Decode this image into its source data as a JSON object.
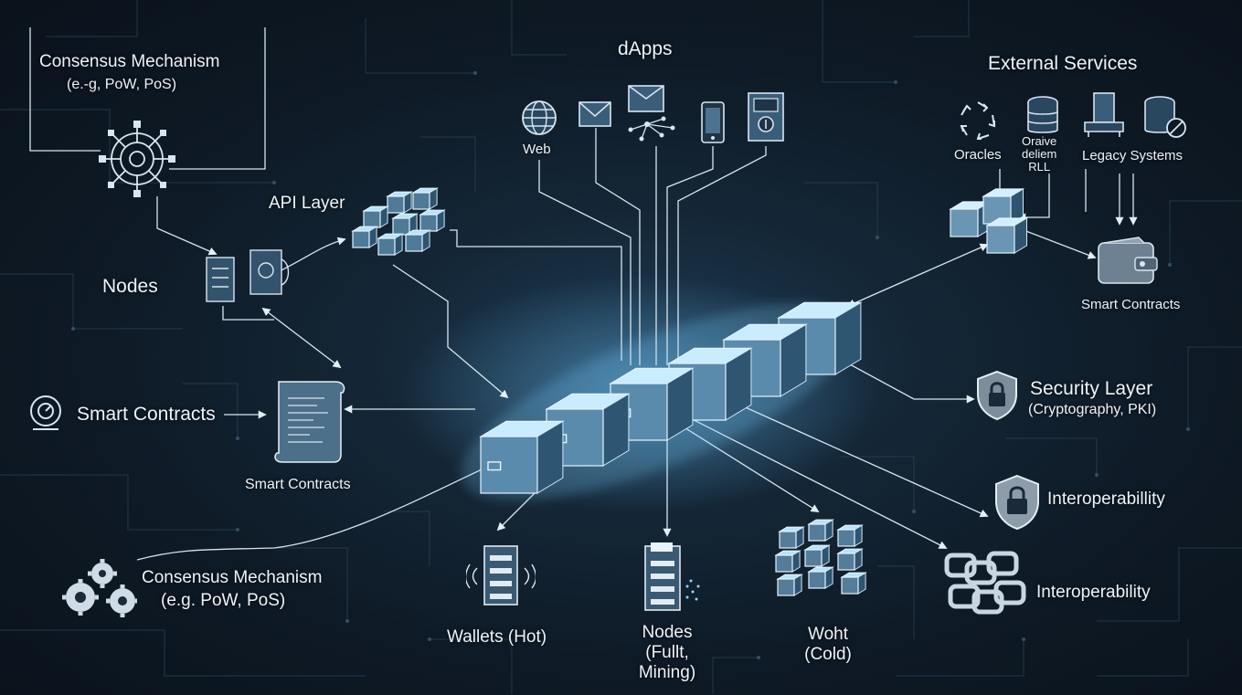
{
  "top_left": {
    "title": "Consensus Mechanism",
    "subtitle": "(e.-g, PoW, PoS)",
    "icon": "network-node-icon"
  },
  "api_layer": {
    "label": "API Layer"
  },
  "nodes_left": {
    "label": "Nodes"
  },
  "smart_contracts_left": {
    "label": "Smart Contracts"
  },
  "smart_contracts_center": {
    "label": "Smart Contracts"
  },
  "consensus_bottom": {
    "title": "Consensus Mechanism",
    "subtitle": "(e.g. PoW, PoS)"
  },
  "dapps": {
    "title": "dApps",
    "web_label": "Web"
  },
  "external_services": {
    "title": "External Services",
    "oracles": "Oracles",
    "oracle_api_line1": "Oraive",
    "oracle_api_line2": "deliem",
    "oracle_api_line3": "RLL",
    "legacy": "Legacy Systems",
    "smart_contracts": "Smart Contracts"
  },
  "security": {
    "title": "Security Layer",
    "subtitle": "(Cryptography, PKI)"
  },
  "interop_1": {
    "label": "Interoperabillity"
  },
  "interop_2": {
    "label": "Interoperability"
  },
  "bottom": {
    "wallets_hot": "Wallets (Hot)",
    "nodes_line1": "Nodes",
    "nodes_line2": "(Fullt,",
    "nodes_line3": "Mining)",
    "cold_line1": "Woht",
    "cold_line2": "(Cold)"
  },
  "colors": {
    "accent": "#8fd3ff",
    "line": "#d8e6f0",
    "bg": "#0e1a26"
  }
}
